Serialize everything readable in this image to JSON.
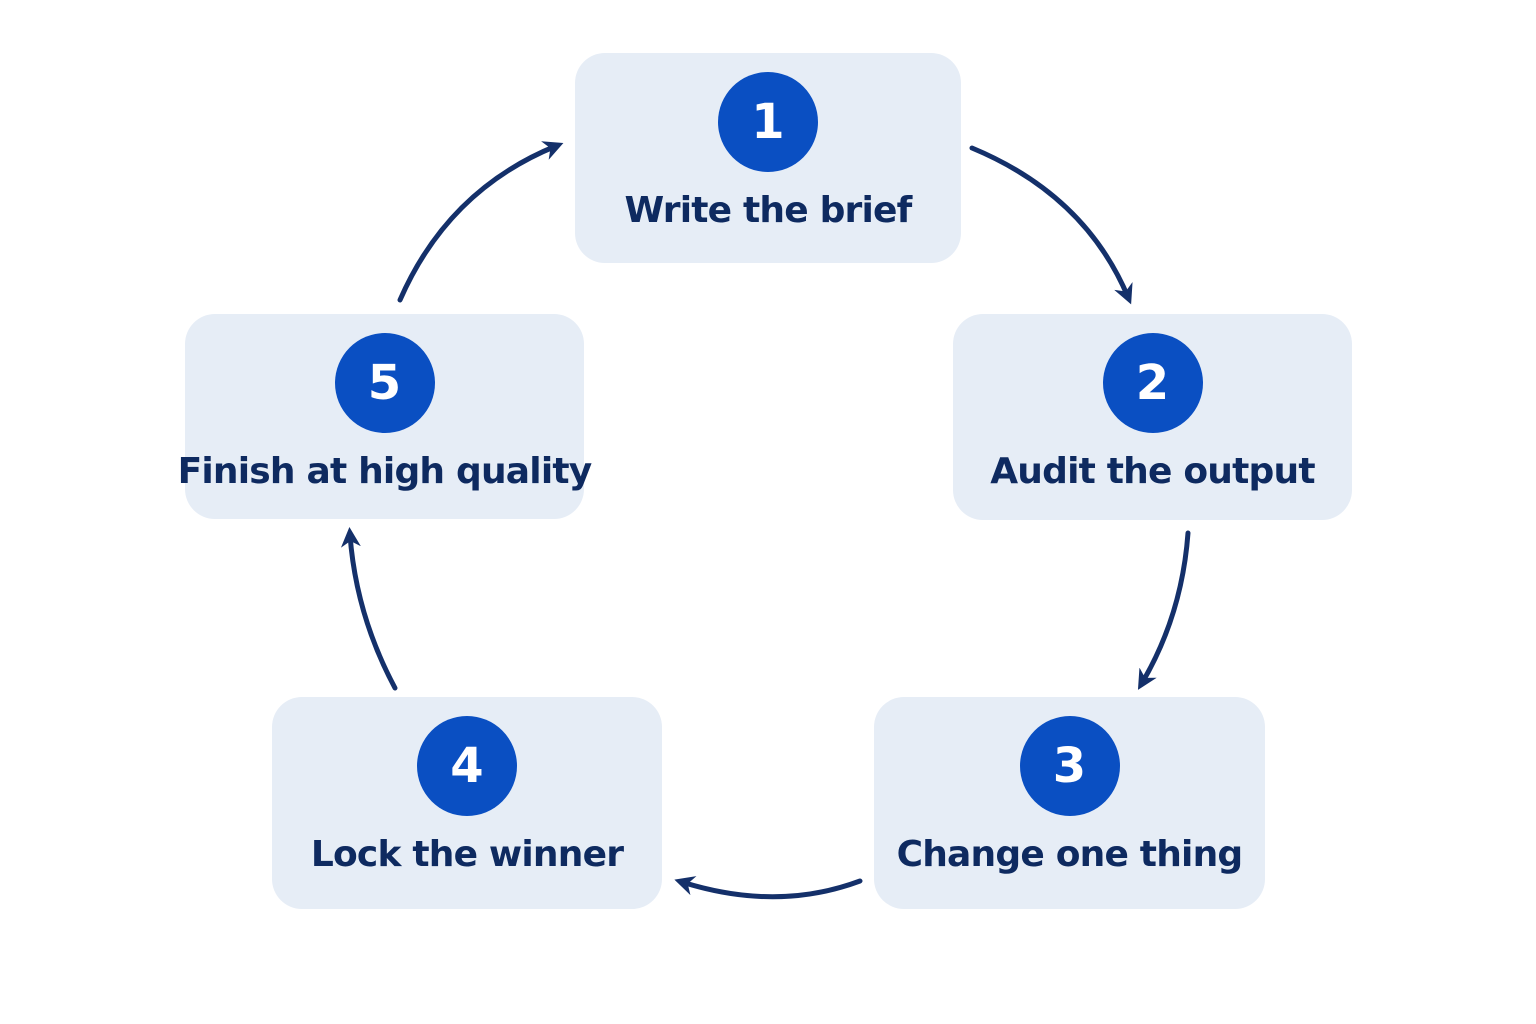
{
  "colors": {
    "box_fill": "#e6edf6",
    "number_badge": "#0a4fc2",
    "label_text": "#0e2a60",
    "arrow": "#14306a"
  },
  "steps": [
    {
      "number": "1",
      "label": "Write the brief"
    },
    {
      "number": "2",
      "label": "Audit the output"
    },
    {
      "number": "3",
      "label": "Change one thing"
    },
    {
      "number": "4",
      "label": "Lock the winner"
    },
    {
      "number": "5",
      "label": "Finish at high quality"
    }
  ],
  "arrows": [
    {
      "from": "1",
      "to": "2"
    },
    {
      "from": "2",
      "to": "3"
    },
    {
      "from": "3",
      "to": "4"
    },
    {
      "from": "4",
      "to": "5"
    },
    {
      "from": "5",
      "to": "1"
    }
  ]
}
